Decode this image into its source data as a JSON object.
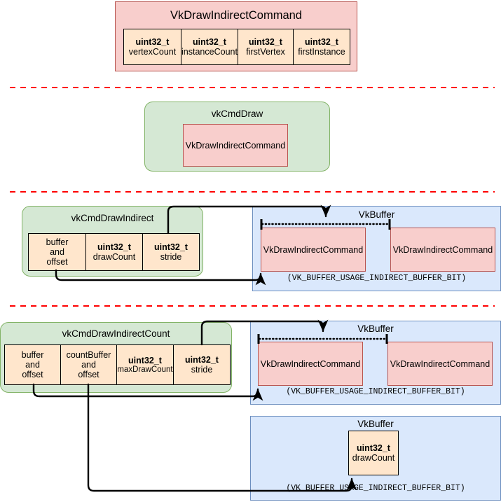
{
  "diagram": {
    "title": "Vulkan indirect draw command diagram",
    "colors": {
      "pink_fill": "#f8cecc",
      "pink_stroke": "#b85450",
      "orange_fill": "#ffe6cc",
      "orange_stroke": "#000000",
      "green_fill": "#d5e8d4",
      "green_stroke": "#82b366",
      "blue_fill": "#dae8fc",
      "blue_stroke": "#6c8ebf",
      "separator": "#ff0000",
      "arrow": "#000000"
    }
  },
  "section1": {
    "struct_title": "VkDrawIndirectCommand",
    "fields": [
      {
        "type": "uint32_t",
        "name": "vertexCount"
      },
      {
        "type": "uint32_t",
        "name": "instanceCount"
      },
      {
        "type": "uint32_t",
        "name": "firstVertex"
      },
      {
        "type": "uint32_t",
        "name": "firstInstance"
      }
    ]
  },
  "section2": {
    "command_title": "vkCmdDraw",
    "inner_label": "VkDrawIndirectCommand"
  },
  "section3": {
    "command_title": "vkCmdDrawIndirect",
    "params": [
      {
        "type": "",
        "name": "buffer\nand\noffset"
      },
      {
        "type": "uint32_t",
        "name": "drawCount"
      },
      {
        "type": "uint32_t",
        "name": "stride"
      }
    ],
    "buffer_title": "VkBuffer",
    "buffer_usage": "(VK_BUFFER_USAGE_INDIRECT_BUFFER_BIT)",
    "buffer_items": [
      "VkDrawIndirectCommand",
      "VkDrawIndirectCommand"
    ]
  },
  "section4": {
    "command_title": "vkCmdDrawIndirectCount",
    "params": [
      {
        "type": "",
        "name": "buffer\nand\noffset"
      },
      {
        "type": "",
        "name": "countBuffer\nand\noffset"
      },
      {
        "type": "uint32_t",
        "name": "maxDrawCount"
      },
      {
        "type": "uint32_t",
        "name": "stride"
      }
    ],
    "buffer_title": "VkBuffer",
    "buffer_usage": "(VK_BUFFER_USAGE_INDIRECT_BUFFER_BIT)",
    "buffer_items": [
      "VkDrawIndirectCommand",
      "VkDrawIndirectCommand"
    ],
    "count_buffer_title": "VkBuffer",
    "count_buffer_usage": "(VK_BUFFER_USAGE_INDIRECT_BUFFER_BIT)",
    "count_field": {
      "type": "uint32_t",
      "name": "drawCount"
    }
  }
}
